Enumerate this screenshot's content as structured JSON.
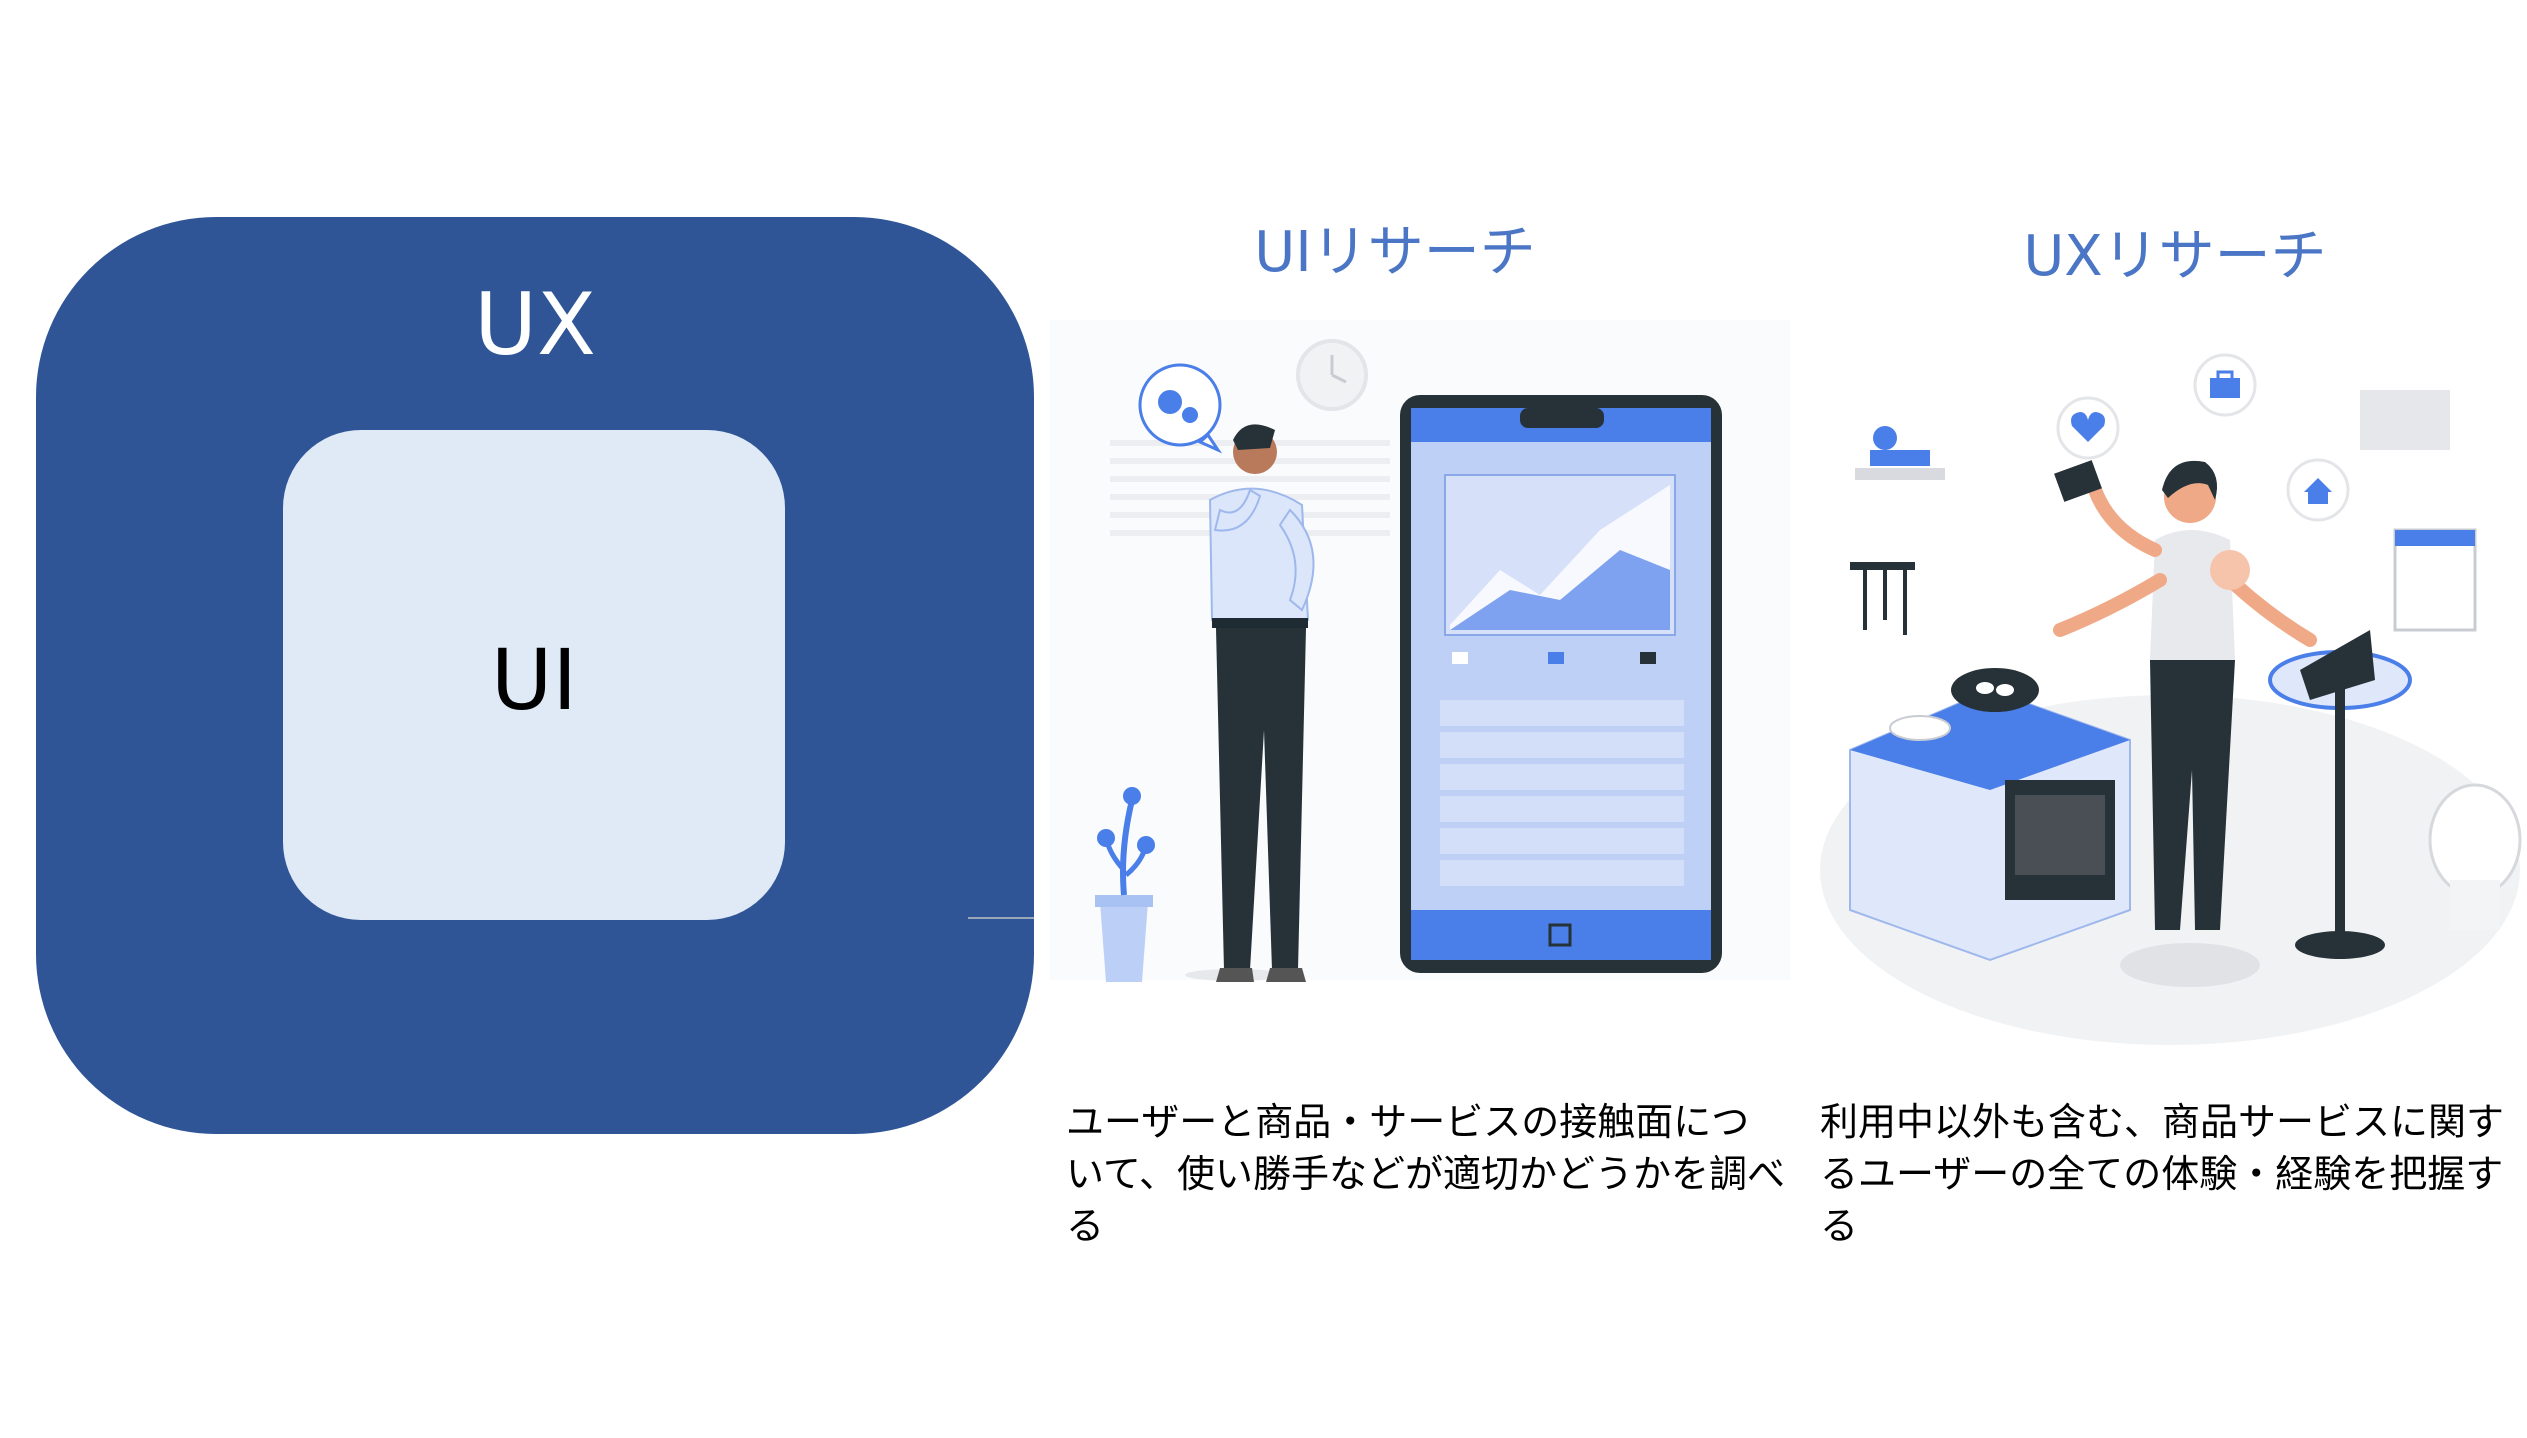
{
  "diagram": {
    "ux_label": "UX",
    "ui_label": "UI",
    "ui_research": {
      "heading": "UIリサーチ",
      "description": "ユーザーと商品・サービスの接触面について、使い勝手などが適切かどうかを調べる"
    },
    "ux_research": {
      "heading": "UXリサーチ",
      "description": "利用中以外も含む、商品サービスに関するユーザーの全ての体験・経験を把握する"
    }
  },
  "colors": {
    "ux_box": "#2f5597",
    "ui_box": "#dfeaf6",
    "heading": "#4a76c5",
    "illustration_accent": "#4a7ee8"
  }
}
